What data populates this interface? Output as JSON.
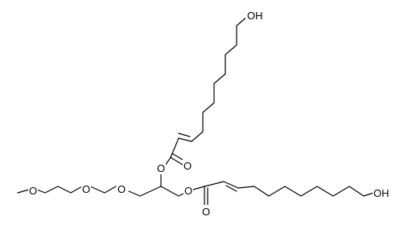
{
  "structure": {
    "atoms": {
      "hydroxyl_top": "OH",
      "hydroxyl_right": "OH",
      "ester_oxygen_top": "O",
      "carbonyl_oxygen_top": "O",
      "ester_oxygen_right": "O",
      "carbonyl_oxygen_right": "O",
      "ether_oxygen_1": "O",
      "ether_oxygen_2": "O",
      "methoxy_oxygen": "O"
    }
  }
}
